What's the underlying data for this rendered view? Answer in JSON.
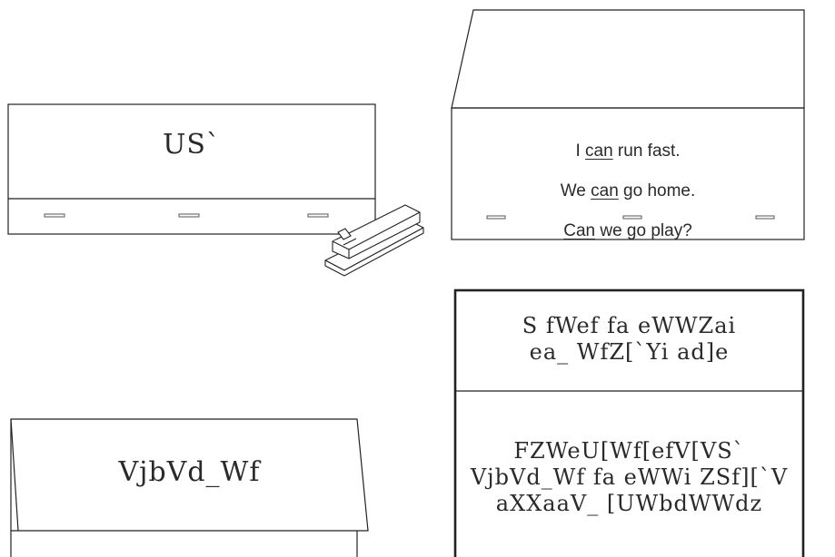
{
  "panel_a": {
    "label": "US`"
  },
  "panel_b": {
    "lines": [
      {
        "before": "I ",
        "word": "can",
        "after": " run fast."
      },
      {
        "before": "We ",
        "word": "can",
        "after": " go home."
      },
      {
        "before": "",
        "word": "Can",
        "after": " we go play?"
      }
    ]
  },
  "panel_c": {
    "label": "VjbVd_Wf"
  },
  "panel_d": {
    "top_label": "S fWef fa eWWZai\nea_ WfZ[`Yi ad]e",
    "bottom_label": "FZWeU[Wf[efV[VS`\nVjbVd_Wf fa eWWi ZSf][`V\naXXaaV_ [UWbdWWdz"
  },
  "colors": {
    "stroke": "#222222",
    "marker": "#555555"
  }
}
